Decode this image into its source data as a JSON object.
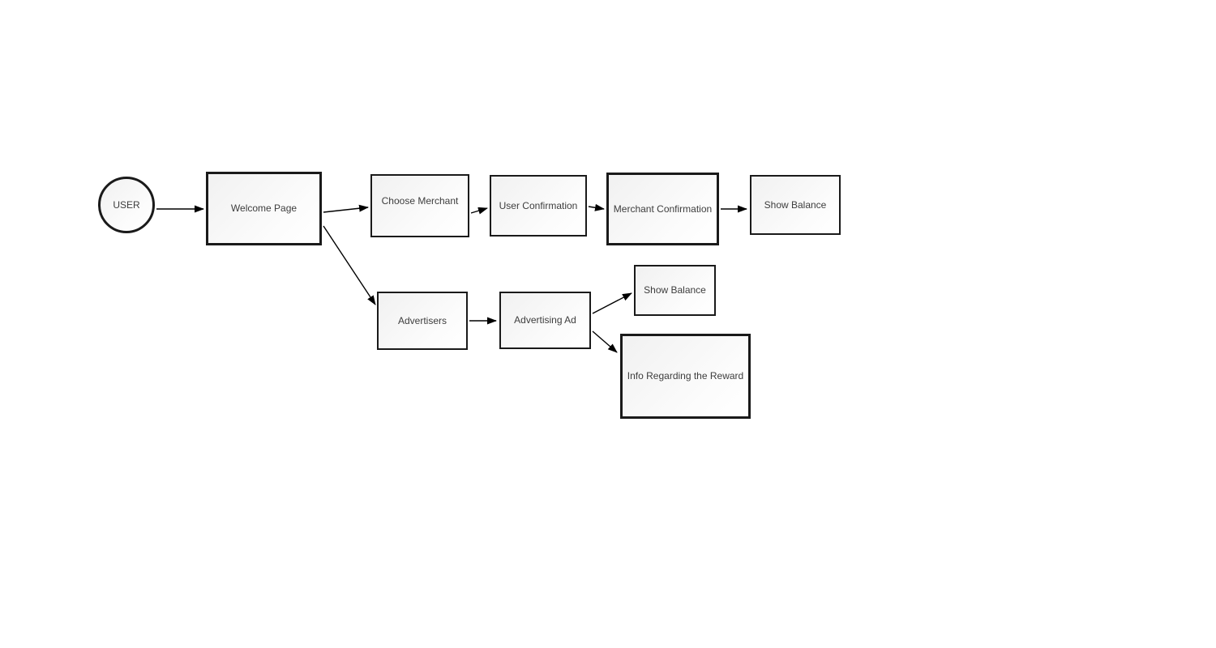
{
  "diagram": {
    "type": "flowchart",
    "colors": {
      "background": "#ffffff",
      "node_border": "#1a1a1a",
      "node_fill": "#f1f1f1",
      "text": "#3d3d3d",
      "arrow": "#000000"
    },
    "nodes": [
      {
        "id": "user",
        "label": "USER",
        "shape": "circle"
      },
      {
        "id": "welcome-page",
        "label": "Welcome Page",
        "shape": "rect"
      },
      {
        "id": "choose-merchant",
        "label": "Choose Merchant",
        "shape": "rect"
      },
      {
        "id": "user-confirmation",
        "label": "User Confirmation",
        "shape": "rect"
      },
      {
        "id": "merchant-confirmation",
        "label": "Merchant Confirmation",
        "shape": "rect"
      },
      {
        "id": "show-balance-top",
        "label": "Show Balance",
        "shape": "rect"
      },
      {
        "id": "advertisers",
        "label": "Advertisers",
        "shape": "rect"
      },
      {
        "id": "advertising-ad",
        "label": "Advertising Ad",
        "shape": "rect"
      },
      {
        "id": "show-balance-bottom",
        "label": "Show Balance",
        "shape": "rect"
      },
      {
        "id": "info-regarding-reward",
        "label": "Info Regarding the Reward",
        "shape": "rect"
      }
    ],
    "edges": [
      {
        "from": "user",
        "to": "welcome-page"
      },
      {
        "from": "welcome-page",
        "to": "choose-merchant"
      },
      {
        "from": "choose-merchant",
        "to": "user-confirmation"
      },
      {
        "from": "user-confirmation",
        "to": "merchant-confirmation"
      },
      {
        "from": "merchant-confirmation",
        "to": "show-balance-top"
      },
      {
        "from": "welcome-page",
        "to": "advertisers"
      },
      {
        "from": "advertisers",
        "to": "advertising-ad"
      },
      {
        "from": "advertising-ad",
        "to": "show-balance-bottom"
      },
      {
        "from": "advertising-ad",
        "to": "info-regarding-reward"
      }
    ]
  }
}
